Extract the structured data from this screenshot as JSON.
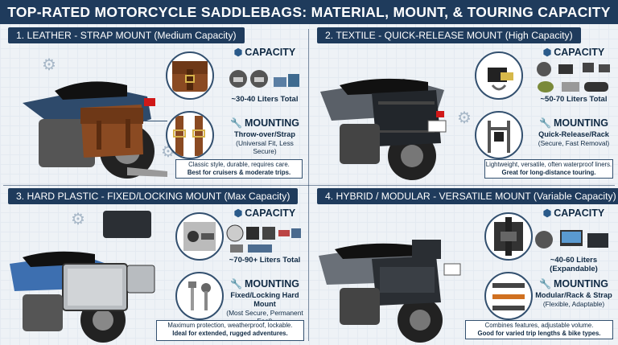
{
  "title": "TOP-RATED MOTORCYCLE SADDLEBAGS: MATERIAL, MOUNT, & TOURING CAPACITY",
  "panels": [
    {
      "heading": "1. LEATHER - STRAP MOUNT (Medium Capacity)",
      "capacity_title": "CAPACITY",
      "capacity_value": "~30-40 Liters Total",
      "mounting_title": "MOUNTING",
      "mounting_main": "Throw-over/Strap",
      "mounting_sub": "(Universal Fit, Less Secure)",
      "caption_line1": "Classic style, durable, requires care.",
      "caption_line2": "Best for cruisers & moderate trips."
    },
    {
      "heading": "2. TEXTILE - QUICK-RELEASE MOUNT (High Capacity)",
      "capacity_title": "CAPACITY",
      "capacity_value": "~50-70 Liters Total",
      "mounting_title": "MOUNTING",
      "mounting_main": "Quick-Release/Rack",
      "mounting_sub": "(Secure, Fast Removal)",
      "caption_line1": "Lightweight, versatile, often waterproof liners.",
      "caption_line2": "Great for long-distance touring."
    },
    {
      "heading": "3. HARD PLASTIC - FIXED/LOCKING MOUNT (Max Capacity)",
      "capacity_title": "CAPACITY",
      "capacity_value": "~70-90+ Liters Total",
      "mounting_title": "MOUNTING",
      "mounting_main": "Fixed/Locking Hard Mount",
      "mounting_sub": "(Most Secure, Permanent Feel)",
      "caption_line1": "Maximum protection, weatherproof, lockable.",
      "caption_line2": "Ideal for extended, rugged adventures."
    },
    {
      "heading": "4. HYBRID / MODULAR - VERSATILE MOUNT (Variable Capacity)",
      "capacity_title": "CAPACITY",
      "capacity_value": "~40-60 Liters (Expandable)",
      "mounting_title": "MOUNTING",
      "mounting_main": "Modular/Rack & Strap",
      "mounting_sub": "(Flexible, Adaptable)",
      "caption_line1": "Combines features, adjustable volume.",
      "caption_line2": "Good for varied trip lengths & bike types."
    }
  ],
  "colors": {
    "navy": "#1f3b5c",
    "leather": "#8a4a22",
    "textile": "#22262b",
    "hard": "#b8bcc0",
    "hybrid": "#2a2e33"
  },
  "icons": [
    "capacity-box-icon",
    "wrench-icon",
    "helmet-icon",
    "gear-icon",
    "lock-icon",
    "bolt-icon"
  ]
}
